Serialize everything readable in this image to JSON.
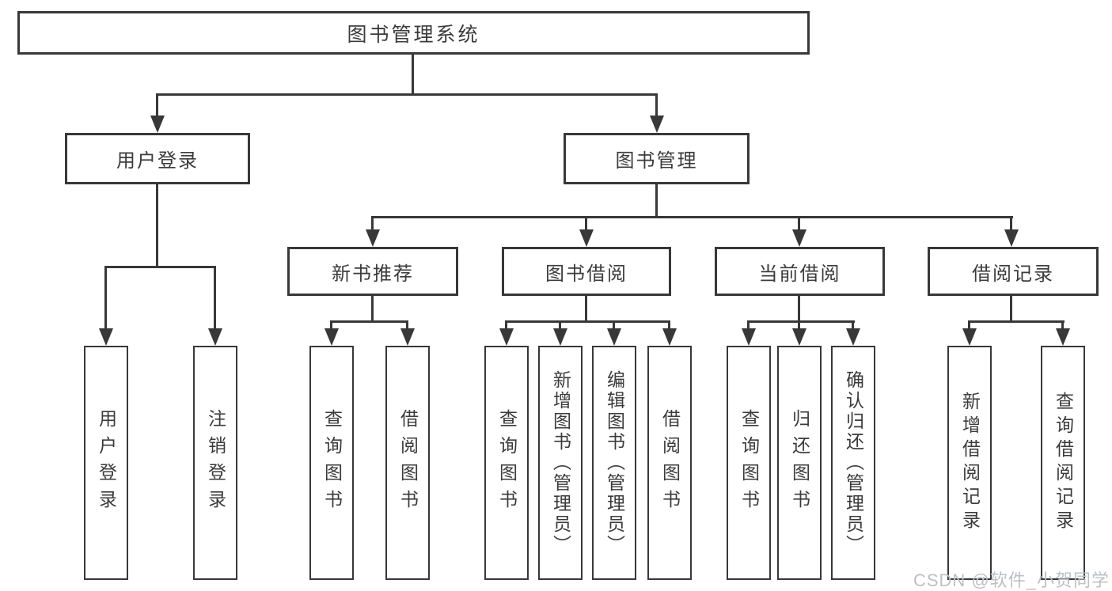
{
  "title": "图书管理系统",
  "watermark": "CSDN @软件_小贺同学",
  "colors": {
    "line": "#383838",
    "text": "#3b3b3b",
    "watermark": "#bcc0c4"
  },
  "level2": [
    "用户登录",
    "图书管理"
  ],
  "level3": [
    "新书推荐",
    "图书借阅",
    "当前借阅",
    "借阅记录"
  ],
  "leaves": {
    "user_login": [
      "用户登录",
      "注销登录"
    ],
    "new_books": [
      "查询图书",
      "借阅图书"
    ],
    "book_borrow": [
      "查询图书",
      "新增图书（管理员）",
      "编辑图书（管理员）",
      "借阅图书"
    ],
    "current_borrow": [
      "查询图书",
      "归还图书",
      "确认归还（管理员）"
    ],
    "borrow_records": [
      "新增借阅记录",
      "查询借阅记录"
    ]
  }
}
